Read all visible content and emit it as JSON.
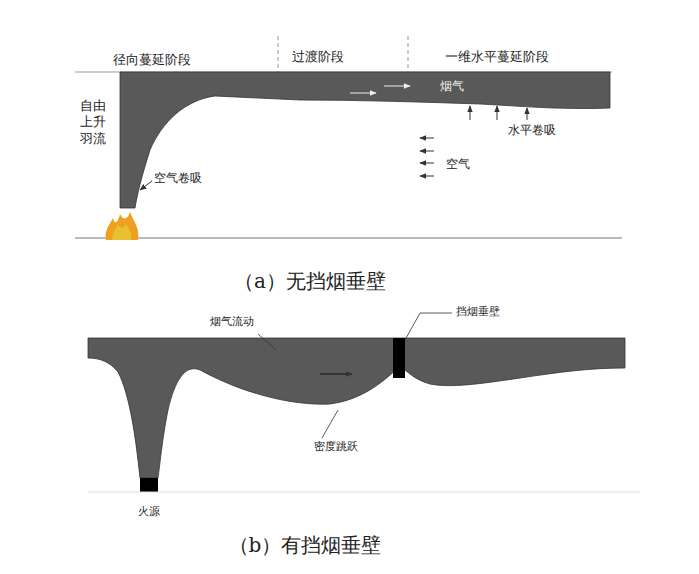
{
  "diagram": {
    "labels": [
      "径向蔓延阶段",
      "过渡阶段",
      "一维水平蔓延阶段",
      "自由上升羽流",
      "空气卷吸",
      "烟气",
      "水平卷吸",
      "空气",
      "（a）无挡烟垂壁",
      "烟气流动",
      "挡烟垂壁",
      "密度跳跃",
      "火源",
      "（b）有挡烟垂壁"
    ]
  }
}
